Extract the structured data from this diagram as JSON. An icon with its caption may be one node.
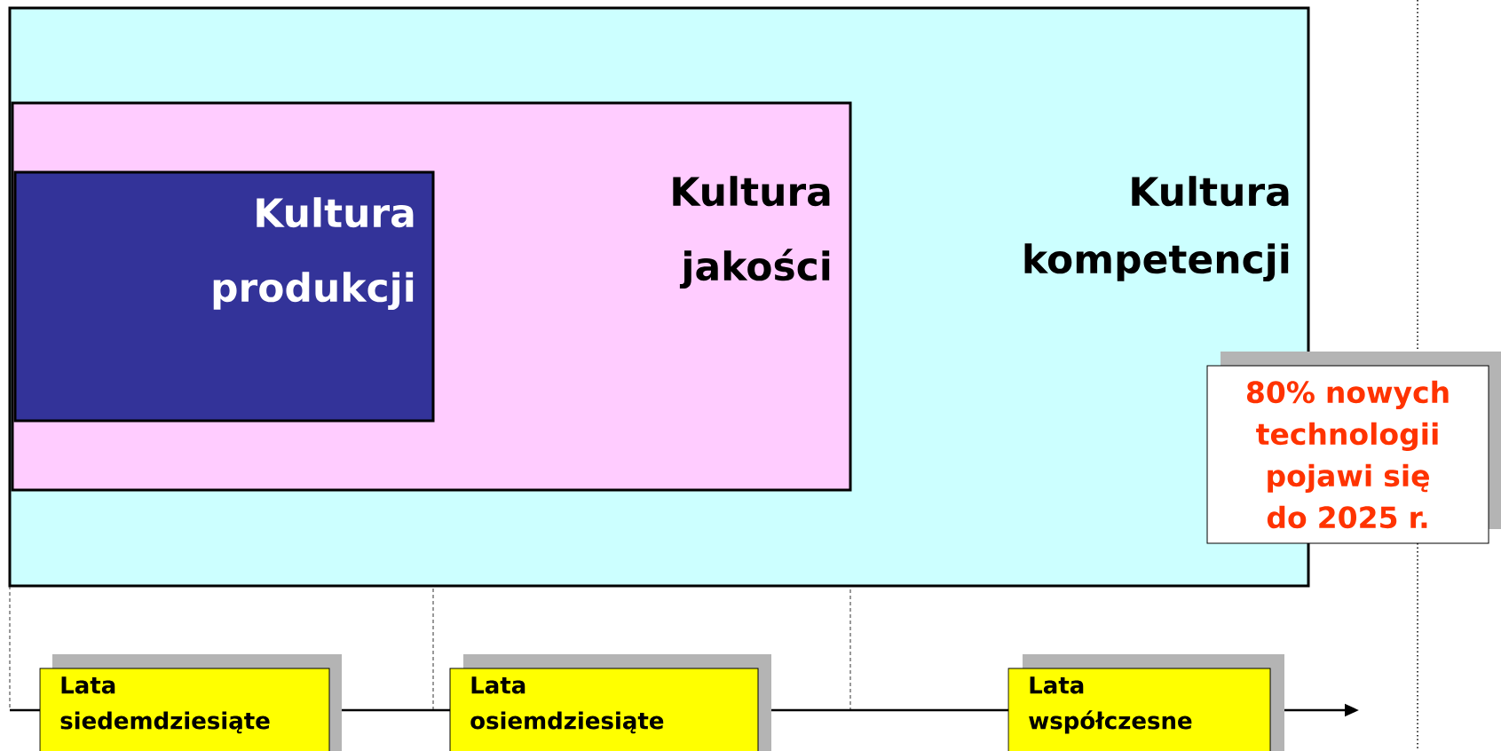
{
  "diagram": {
    "nodes": [
      {
        "text": [
          "Kultura kompetencji"
        ]
      },
      {
        "text": [
          "Kultura jakości"
        ],
        "in": 0
      },
      {
        "text": [
          "Kultura produkcji"
        ],
        "in": 1
      },
      {
        "text": [
          "80% nowych technologii pojawi się do 2025 r."
        ]
      },
      {
        "text": [
          "Lata siedemdziesiąte"
        ]
      },
      {
        "text": [
          "Lata osiemdziesiąte"
        ]
      },
      {
        "text": [
          "Lata współczesne"
        ]
      }
    ]
  }
}
